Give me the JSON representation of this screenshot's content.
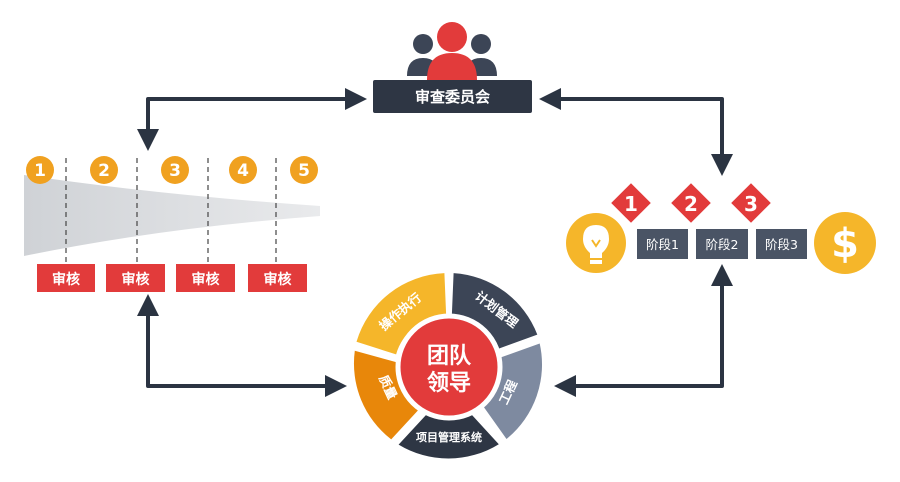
{
  "committee": {
    "label": "审查委员会"
  },
  "funnel": {
    "steps": [
      "1",
      "2",
      "3",
      "4",
      "5"
    ],
    "reviews": [
      "审核",
      "审核",
      "审核",
      "审核"
    ]
  },
  "stages": {
    "numbers": [
      "1",
      "2",
      "3"
    ],
    "labels": [
      "阶段1",
      "阶段2",
      "阶段3"
    ]
  },
  "wheel": {
    "center_line1": "团队",
    "center_line2": "领导",
    "segments": [
      {
        "label": "操作执行"
      },
      {
        "label": "计划管理"
      },
      {
        "label": "工程"
      },
      {
        "label": "项目管理系统"
      },
      {
        "label": "质量"
      }
    ]
  },
  "icons": {
    "left": "lightbulb-icon",
    "right": "dollar-icon",
    "top": "people-icon"
  },
  "colors": {
    "dark": "#2e3644",
    "red": "#e23b3b",
    "orange": "#f0a120",
    "slate": "#4a5465",
    "gray_blue": "#7e8aa0",
    "amber": "#e8870a",
    "yellow": "#f5b62a"
  }
}
